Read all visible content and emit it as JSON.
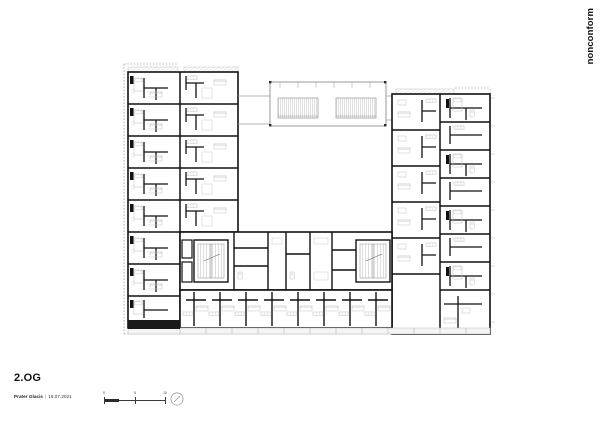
{
  "page": {
    "background": "#ffffff",
    "brand": "nonconform"
  },
  "titleblock": {
    "plan_title": "2.OG",
    "project": "Prater Glacis",
    "separator": "|",
    "date": "16.07.2021"
  },
  "scalebar": {
    "labels": [
      "0",
      "5",
      "10"
    ],
    "unit_positions": [
      0,
      31,
      62
    ],
    "north_label": "north-arrow"
  },
  "drawing": {
    "type": "architectural-floor-plan",
    "description": "U-shaped residential block, second upper floor",
    "wall_color": "#111111",
    "furniture_color": "#c9c9c9",
    "hatch_color": "#9a9a9a",
    "boundary_color": "#777777"
  }
}
